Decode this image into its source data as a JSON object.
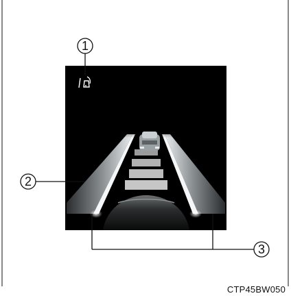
{
  "callouts": [
    {
      "id": 1,
      "label": "1",
      "points_to": "lta-indicator-icon"
    },
    {
      "id": 2,
      "label": "2",
      "points_to": "left-lane-line"
    },
    {
      "id": 3,
      "label": "3",
      "points_to": "lane-line-lower-ends"
    }
  ],
  "figure_code": "CTP45BW050",
  "icons": {
    "indicator": "lane-tracing-assist-icon"
  },
  "colors": {
    "background": "#ffffff",
    "display": "#000000",
    "lane_line": "#cfd3d4",
    "road_stripe": "#bfbfbf",
    "callout_stroke": "#111111"
  }
}
